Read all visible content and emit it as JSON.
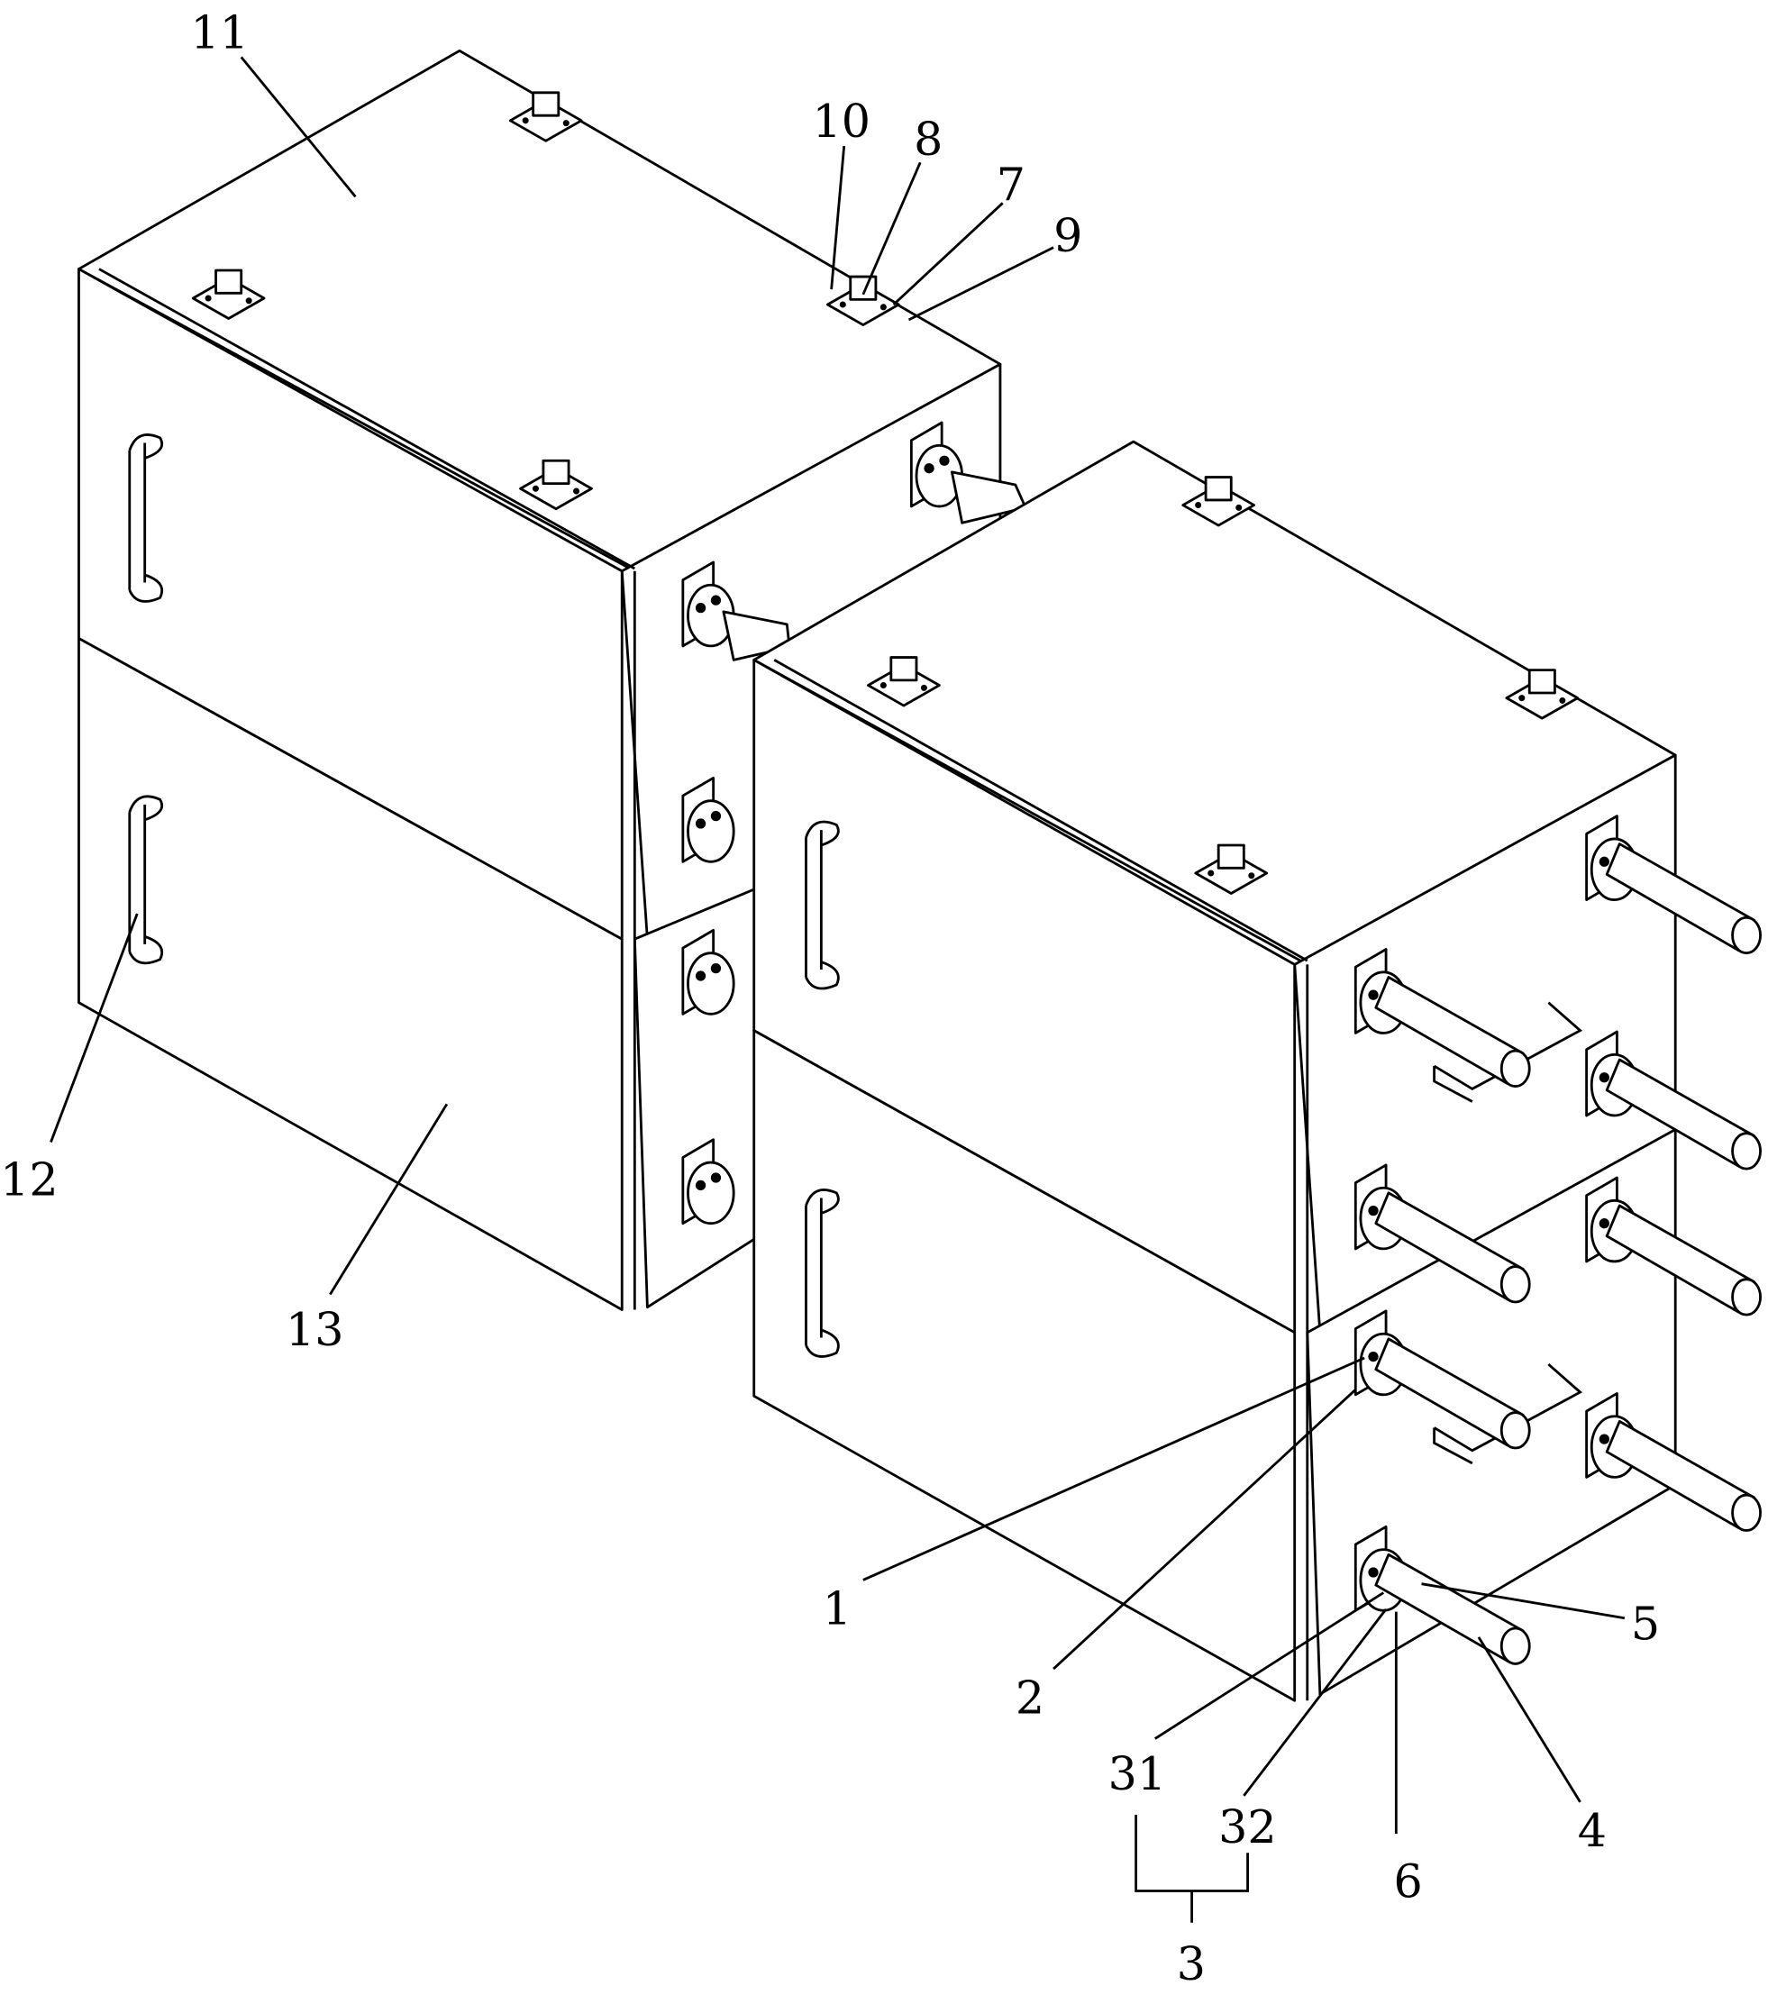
{
  "figure": {
    "labels": {
      "l1": "1",
      "l2": "2",
      "l3": "3",
      "l4": "4",
      "l5": "5",
      "l6": "6",
      "l7": "7",
      "l8": "8",
      "l9": "9",
      "l10": "10",
      "l11": "11",
      "l12": "12",
      "l13": "13",
      "l31": "31",
      "l32": "32"
    }
  }
}
